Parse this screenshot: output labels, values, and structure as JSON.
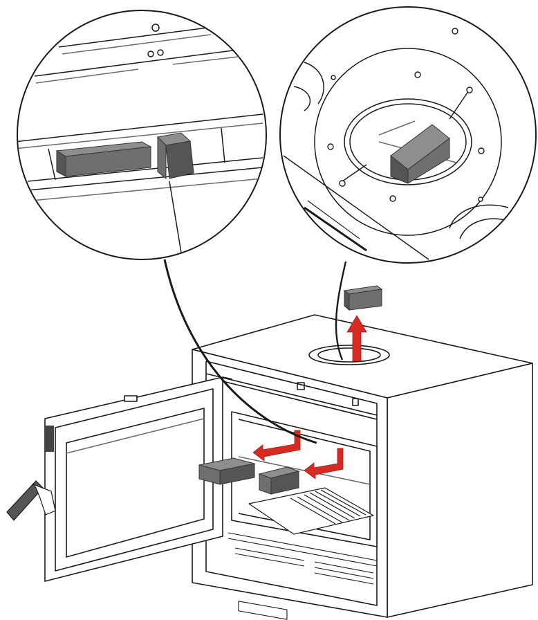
{
  "figure": {
    "views": [
      "detail-left",
      "detail-right",
      "stove-assembly"
    ],
    "parts": [
      "firebrick",
      "deflector-block",
      "flue-outlet",
      "door",
      "door-handle",
      "grate"
    ],
    "colors": {
      "background": "#ffffff",
      "line": "#1a1a1a",
      "light_line": "#6b6b6b",
      "block_front": "#6f6f6f",
      "block_top": "#8e8e8e",
      "block_side": "#555555",
      "arrow": "#d62a22",
      "arrow_dark": "#a51d17"
    },
    "arrows": {
      "count": 3,
      "directions": [
        "left",
        "left",
        "up"
      ]
    },
    "blocks_removed": 3
  }
}
